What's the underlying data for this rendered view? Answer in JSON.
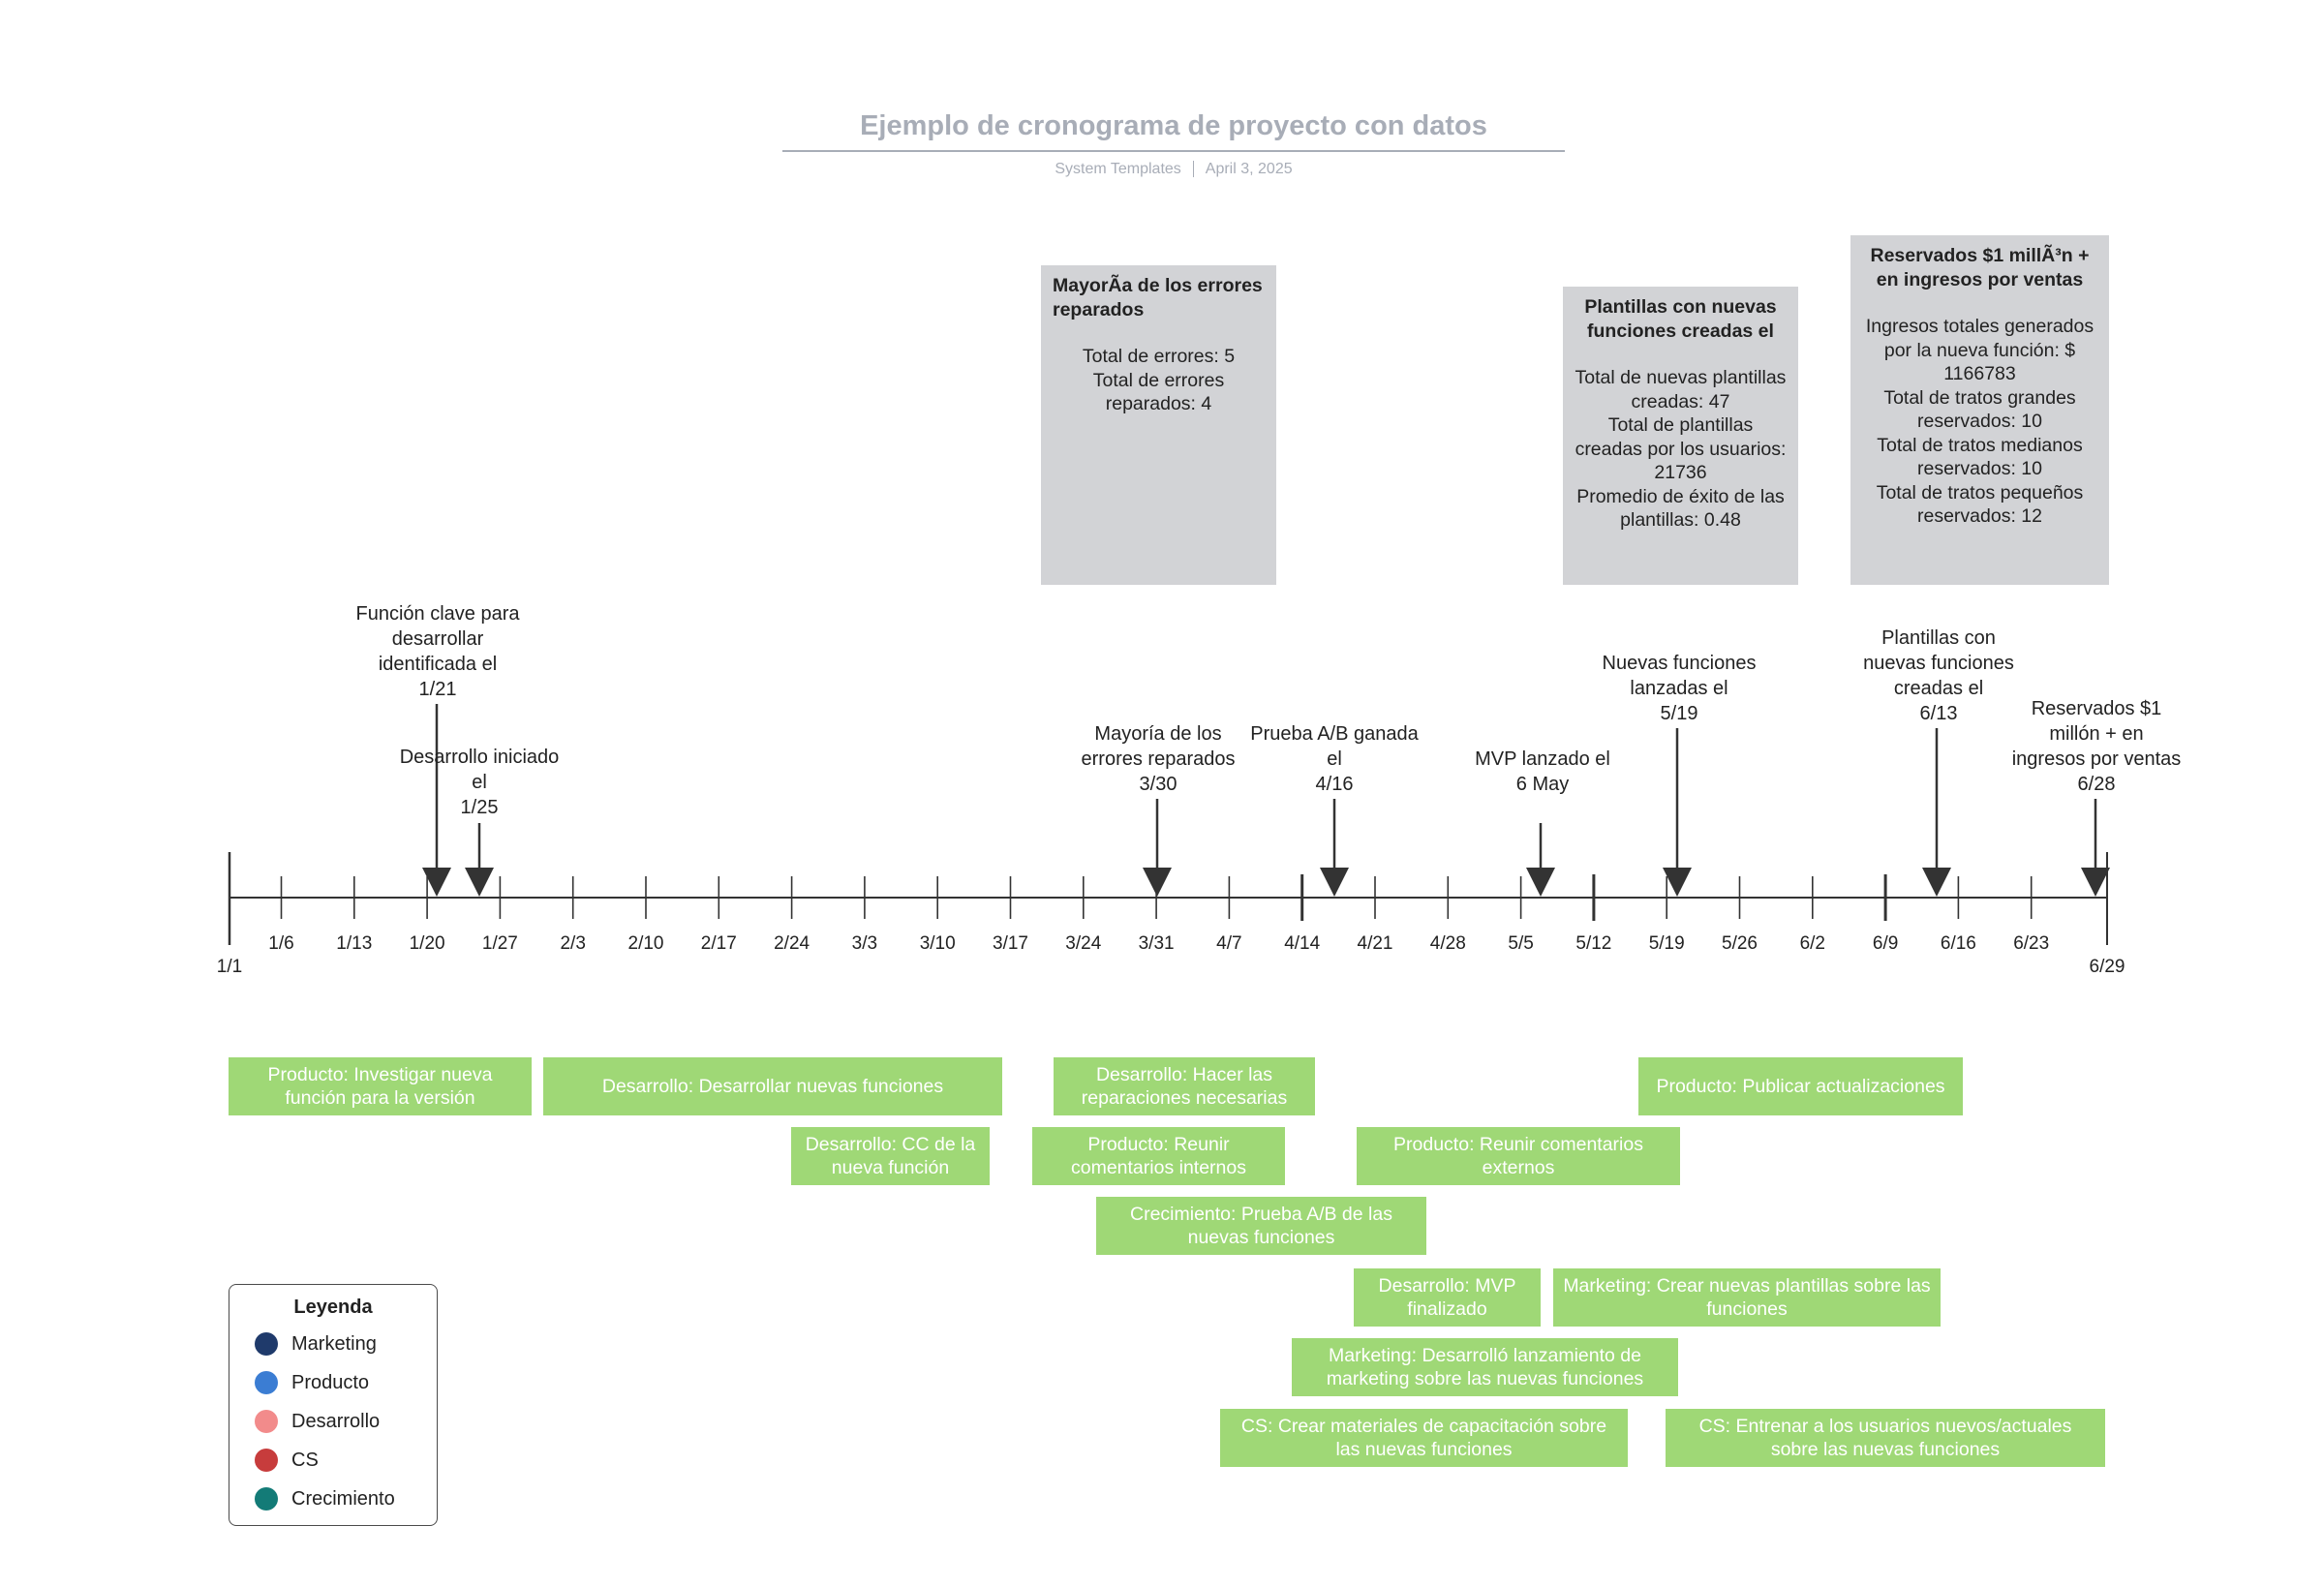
{
  "header": {
    "title": "Ejemplo de cronograma de proyecto con datos",
    "source": "System Templates",
    "date": "April 3, 2025"
  },
  "cards": [
    {
      "title": "MayorÃ­a de los errores reparados",
      "body": "Total de errores: 5\nTotal de errores reparados: 4"
    },
    {
      "title": "Plantillas con nuevas funciones creadas el",
      "body": "Total de nuevas plantillas creadas: 47\nTotal de plantillas creadas por los usuarios: 21736\nPromedio de éxito de las plantillas: 0.48"
    },
    {
      "title": "Reservados $1 millÃ³n + en ingresos por ventas",
      "body": "Ingresos totales generados por la nueva función: $ 1166783\nTotal de tratos grandes reservados: 10\nTotal de tratos medianos reservados: 10\nTotal de tratos pequeños reservados: 12"
    }
  ],
  "timeline": {
    "start_label": "1/1",
    "end_label": "6/29",
    "ticks": [
      "1/6",
      "1/13",
      "1/20",
      "1/27",
      "2/3",
      "2/10",
      "2/17",
      "2/24",
      "3/3",
      "3/10",
      "3/17",
      "3/24",
      "3/31",
      "4/7",
      "4/14",
      "4/21",
      "4/28",
      "5/5",
      "5/12",
      "5/19",
      "5/26",
      "6/2",
      "6/9",
      "6/16",
      "6/23"
    ]
  },
  "milestones": [
    {
      "label": "Función clave para\ndesarrollar\nidentificada el\n1/21"
    },
    {
      "label": "Desarrollo iniciado\nel\n1/25"
    },
    {
      "label": "Mayoría de los\nerrores reparados\n3/30"
    },
    {
      "label": "Prueba A/B ganada\nel\n4/16"
    },
    {
      "label": "MVP lanzado el\n6 May"
    },
    {
      "label": "Nuevas funciones\nlanzadas el\n5/19"
    },
    {
      "label": "Plantillas con\nnuevas funciones\ncreadas el\n6/13"
    },
    {
      "label": "Reservados $1\nmillón + en\ningresos por ventas\n6/28"
    }
  ],
  "tasks": [
    "Producto: Investigar nueva función para la versión",
    "Desarrollo: Desarrollar nuevas funciones",
    "Desarrollo: Hacer las reparaciones necesarias",
    "Producto: Publicar actualizaciones",
    "Desarrollo: CC de la nueva función",
    "Producto: Reunir comentarios internos",
    "Producto: Reunir comentarios externos",
    "Crecimiento: Prueba A/B de las nuevas funciones",
    "Desarrollo: MVP finalizado",
    "Marketing: Crear nuevas plantillas sobre las funciones",
    "Marketing: Desarrolló lanzamiento de marketing sobre las nuevas funciones",
    "CS: Crear materiales de capacitación sobre las nuevas funciones",
    "CS: Entrenar a los usuarios nuevos/actuales sobre las nuevas funciones"
  ],
  "legend": {
    "title": "Leyenda",
    "items": [
      {
        "label": "Marketing",
        "color": "#1f3a6b"
      },
      {
        "label": "Producto",
        "color": "#3b7dd3"
      },
      {
        "label": "Desarrollo",
        "color": "#f28b8b"
      },
      {
        "label": "CS",
        "color": "#c73c3c"
      },
      {
        "label": "Crecimiento",
        "color": "#137b77"
      }
    ]
  },
  "colors": {
    "task": "#9fd876",
    "card": "#d2d3d6",
    "axis": "#333333",
    "title": "#a8adb7"
  }
}
